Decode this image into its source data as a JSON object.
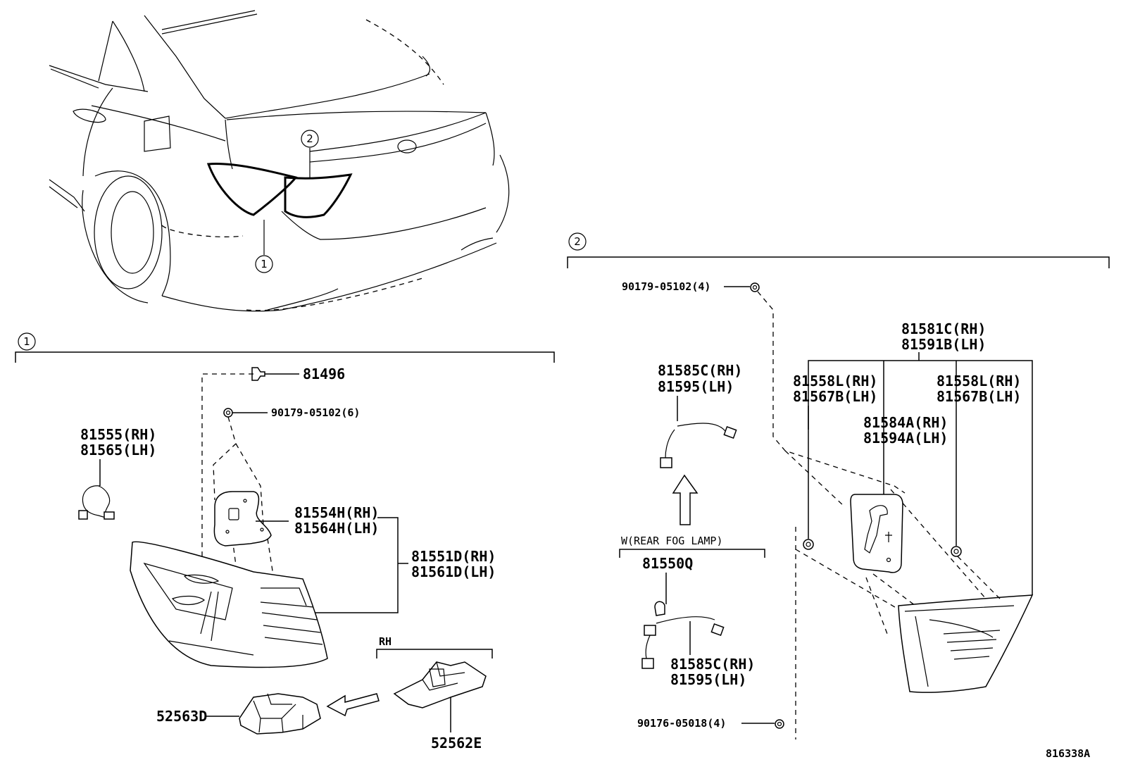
{
  "callouts": {
    "one": "1",
    "two": "2"
  },
  "section1": {
    "label_81496": "81496",
    "label_90179_6": "90179-05102(6)",
    "socket_rh": "81555(RH)",
    "socket_lh": "81565(LH)",
    "cover_rh": "81554H(RH)",
    "cover_lh": "81564H(LH)",
    "lamp_rh": "81551D(RH)",
    "lamp_lh": "81561D(LH)",
    "rh_tag": "RH",
    "bracket_a": "52563D",
    "bracket_b": "52562E"
  },
  "section2": {
    "label_90179_4": "90179-05102(4)",
    "socket_rh": "81585C(RH)",
    "socket_lh": "81595(LH)",
    "fog_group": "W(REAR FOG LAMP)",
    "bulb": "81550Q",
    "fog_socket_rh": "81585C(RH)",
    "fog_socket_lh": "81595(LH)",
    "label_90176": "90176-05018(4)",
    "lamp_rh": "81581C(RH)",
    "lamp_lh": "81591B(LH)",
    "gasket_left_rh": "81558L(RH)",
    "gasket_left_lh": "81567B(LH)",
    "gasket_right_rh": "81558L(RH)",
    "gasket_right_lh": "81567B(LH)",
    "cover_rh": "81584A(RH)",
    "cover_lh": "81594A(LH)"
  },
  "drawing_code": "816338A"
}
